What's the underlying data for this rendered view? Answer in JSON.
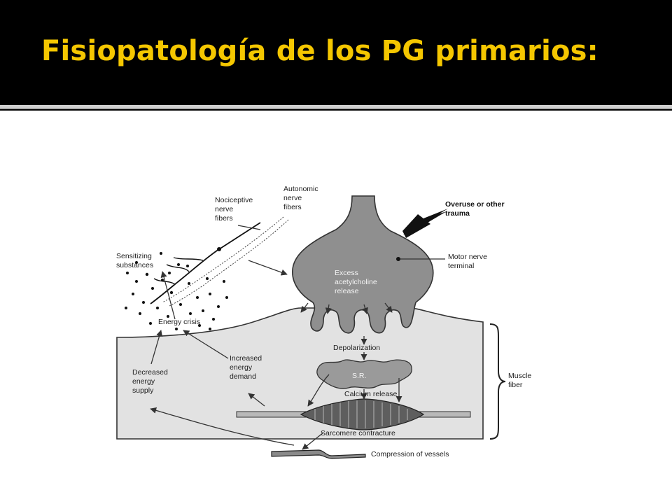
{
  "slide": {
    "title": "Fisiopatología de los PG primarios:",
    "accent_color": "#f5c700",
    "background_color": "#000000"
  },
  "diagram": {
    "labels": {
      "nociceptive": [
        "Nociceptive",
        "nerve",
        "fibers"
      ],
      "autonomic": [
        "Autonomic",
        "nerve",
        "fibers"
      ],
      "overuse": [
        "Overuse or other",
        "trauma"
      ],
      "sensitizing": [
        "Sensitizing",
        "substances"
      ],
      "motor_terminal": [
        "Motor nerve",
        "terminal"
      ],
      "excess_ach": [
        "Excess",
        "acetylcholine",
        "release"
      ],
      "energy_crisis": "Energy crisis",
      "depolarization": "Depolarization",
      "increased_demand": [
        "Increased",
        "energy",
        "demand"
      ],
      "decreased_supply": [
        "Decreased",
        "energy",
        "supply"
      ],
      "sr": "S.R.",
      "calcium_release": "Calcium release",
      "muscle_fiber": [
        "Muscle",
        "fiber"
      ],
      "sarcomere": "Sarcomere contracture",
      "compression": "Compression of vessels"
    }
  }
}
